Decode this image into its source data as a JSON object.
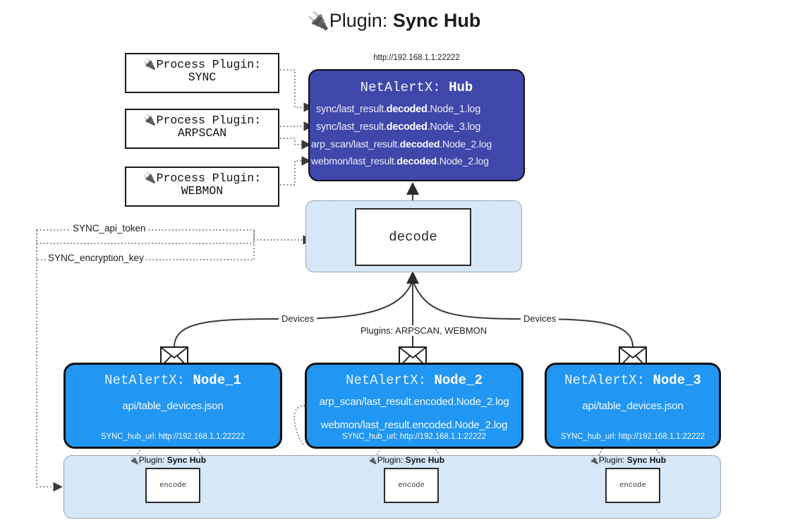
{
  "title": {
    "icon": "plug-icon",
    "glyph": "🔌",
    "prefix": "Plugin: ",
    "name": "Sync Hub"
  },
  "colors": {
    "hub_fill": "#3f47ab",
    "node_fill": "#2196f3",
    "band_fill": "#d6e8f7",
    "box_fill": "#ffffff",
    "stroke": "#111111"
  },
  "process_plugins": [
    {
      "glyph": "🔌",
      "line1": "Process Plugin:",
      "line2": "SYNC"
    },
    {
      "glyph": "🔌",
      "line1": "Process Plugin:",
      "line2": "ARPSCAN"
    },
    {
      "glyph": "🔌",
      "line1": "Process Plugin:",
      "line2": "WEBMON"
    }
  ],
  "hub": {
    "url": "http://192.168.1.1:22222",
    "title_prefix": "NetAlertX: ",
    "title_name": "Hub",
    "logs": [
      {
        "pre": "sync/last_result.",
        "mid": "decoded",
        "post": ".Node_1.log"
      },
      {
        "pre": "sync/last_result.",
        "mid": "decoded",
        "post": ".Node_3.log"
      },
      {
        "pre": "arp_scan/last_result.",
        "mid": "decoded",
        "post": ".Node_2.log"
      },
      {
        "pre": "webmon/last_result.",
        "mid": "decoded",
        "post": ".Node_2.log"
      }
    ]
  },
  "decode": {
    "box_label": "decode"
  },
  "secrets": {
    "api_token": "SYNC_api_token",
    "encryption_key": "SYNC_encryption_key"
  },
  "edges": {
    "devices_left": "Devices",
    "devices_right": "Devices",
    "plugins_center": "Plugins: ARPSCAN, WEBMON"
  },
  "nodes": [
    {
      "title_prefix": "NetAlertX: ",
      "title_name": "Node_1",
      "lines": [
        "api/table_devices.json"
      ],
      "footer": "SYNC_hub_url: http://192.168.1.1:22222"
    },
    {
      "title_prefix": "NetAlertX: ",
      "title_name": "Node_2",
      "lines": [
        "arp_scan/last_result.encoded.Node_2.log",
        "webmon/last_result.encoded.Node_2.log"
      ],
      "footer": "SYNC_hub_url: http://192.168.1.1:22222"
    },
    {
      "title_prefix": "NetAlertX: ",
      "title_name": "Node_3",
      "lines": [
        "api/table_devices.json"
      ],
      "footer": "SYNC_hub_url: http://192.168.1.1:22222"
    }
  ],
  "encode_sections": [
    {
      "glyph": "🔌",
      "label_prefix": "Plugin: ",
      "label_name": "Sync Hub",
      "box_label": "encode"
    },
    {
      "glyph": "🔌",
      "label_prefix": "Plugin: ",
      "label_name": "Sync Hub",
      "box_label": "encode"
    },
    {
      "glyph": "🔌",
      "label_prefix": "Plugin: ",
      "label_name": "Sync Hub",
      "box_label": "encode"
    }
  ]
}
